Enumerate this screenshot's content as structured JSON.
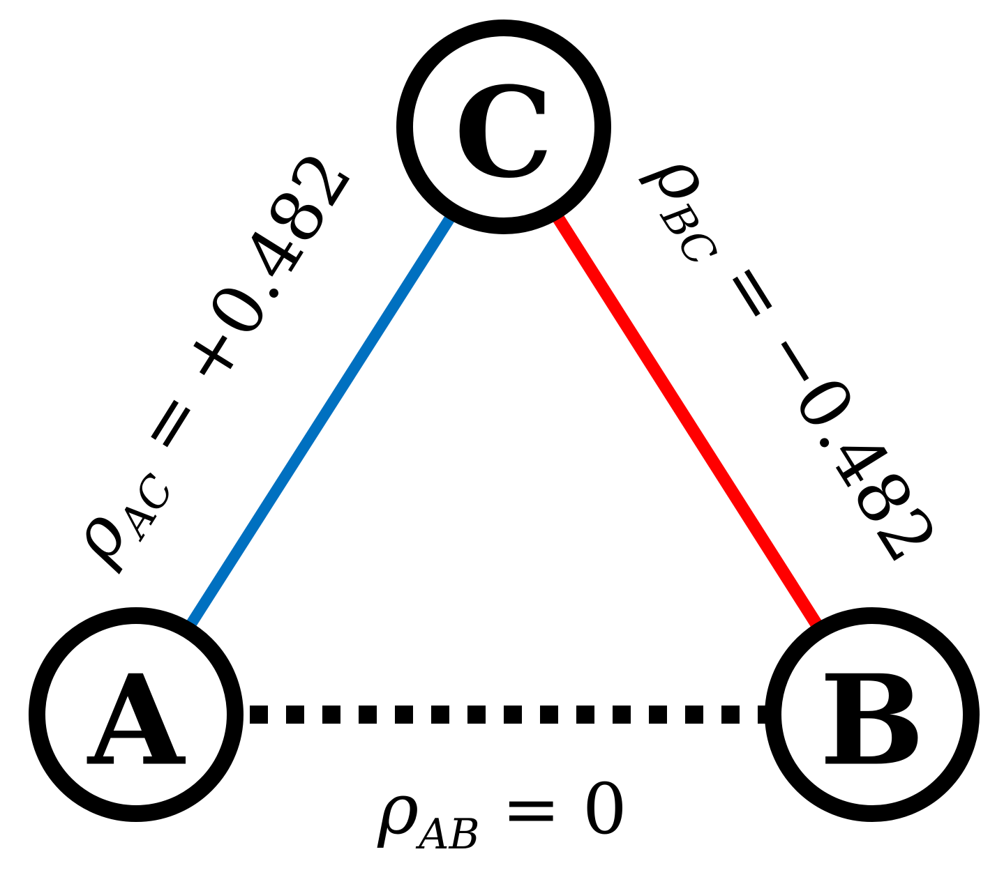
{
  "nodes": {
    "a": {
      "label": "A"
    },
    "b": {
      "label": "B"
    },
    "c": {
      "label": "C"
    }
  },
  "edges": {
    "ac": {
      "symbol": "ρ",
      "subscript": "AC",
      "value_text": " = +0.482",
      "value": 0.482,
      "color": "#0070c0",
      "style": "solid"
    },
    "bc": {
      "symbol": "ρ",
      "subscript": "BC",
      "value_text": " = −0.482",
      "value": -0.482,
      "color": "#ff0000",
      "style": "solid"
    },
    "ab": {
      "symbol": "ρ",
      "subscript": "AB",
      "value_text": " = 0",
      "value": 0,
      "color": "#000000",
      "style": "dotted"
    }
  }
}
